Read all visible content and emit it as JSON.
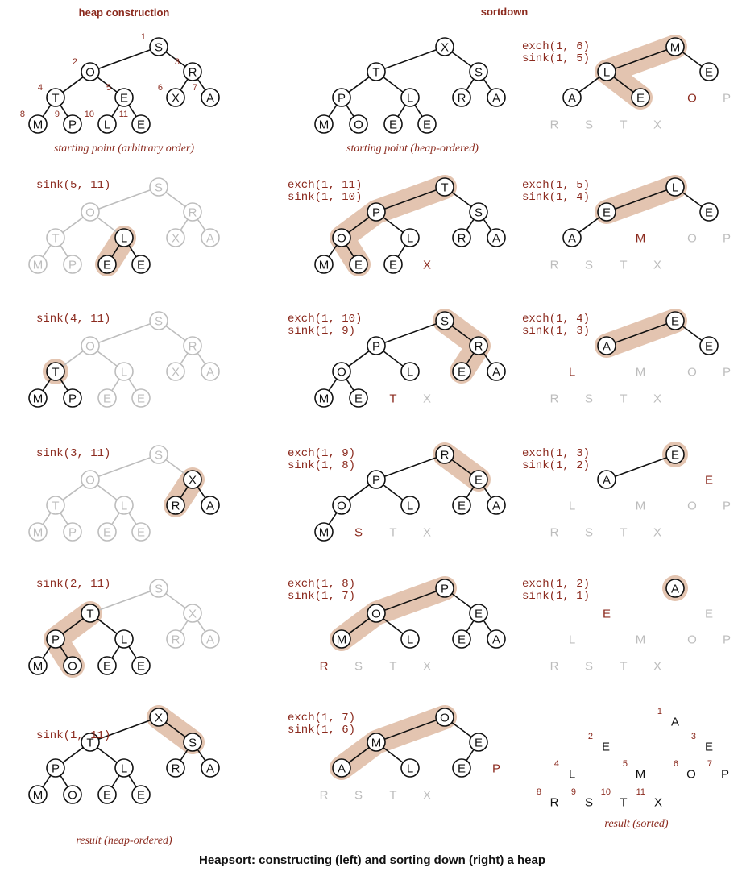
{
  "title_left": "heap construction",
  "title_right": "sortdown",
  "footer": "Heapsort: constructing (left) and sorting down (right) a heap",
  "colors": {
    "dark": "#111111",
    "gray": "#bdbdbd",
    "accent": "#8b2a1e",
    "highlight": "#e3c4b0"
  },
  "panels": [
    {
      "id": "hc-start",
      "labels": [
        "",
        "",
        ""
      ],
      "caption": "starting point (arbitrary order)",
      "indices": true,
      "nodes": [
        {
          "k": 1,
          "c": "S",
          "s": "n"
        },
        {
          "k": 2,
          "c": "O",
          "s": "n"
        },
        {
          "k": 3,
          "c": "R",
          "s": "n"
        },
        {
          "k": 4,
          "c": "T",
          "s": "n"
        },
        {
          "k": 5,
          "c": "E",
          "s": "n"
        },
        {
          "k": 6,
          "c": "X",
          "s": "n"
        },
        {
          "k": 7,
          "c": "A",
          "s": "n"
        },
        {
          "k": 8,
          "c": "M",
          "s": "n"
        },
        {
          "k": 9,
          "c": "P",
          "s": "n"
        },
        {
          "k": 10,
          "c": "L",
          "s": "n"
        },
        {
          "k": 11,
          "c": "E",
          "s": "n"
        }
      ]
    },
    {
      "id": "hc-s5",
      "labels": [
        "sink(5, 11)",
        "",
        ""
      ],
      "caption": "",
      "path": [
        5,
        10
      ],
      "nodes": [
        {
          "k": 1,
          "c": "S",
          "s": "g"
        },
        {
          "k": 2,
          "c": "O",
          "s": "g"
        },
        {
          "k": 3,
          "c": "R",
          "s": "g"
        },
        {
          "k": 4,
          "c": "T",
          "s": "g"
        },
        {
          "k": 5,
          "c": "L",
          "s": "n"
        },
        {
          "k": 6,
          "c": "X",
          "s": "g"
        },
        {
          "k": 7,
          "c": "A",
          "s": "g"
        },
        {
          "k": 8,
          "c": "M",
          "s": "g"
        },
        {
          "k": 9,
          "c": "P",
          "s": "g"
        },
        {
          "k": 10,
          "c": "E",
          "s": "n"
        },
        {
          "k": 11,
          "c": "E",
          "s": "n"
        }
      ]
    },
    {
      "id": "hc-s4",
      "labels": [
        "sink(4, 11)",
        "",
        ""
      ],
      "caption": "",
      "path": [
        4
      ],
      "nodes": [
        {
          "k": 1,
          "c": "S",
          "s": "g"
        },
        {
          "k": 2,
          "c": "O",
          "s": "g"
        },
        {
          "k": 3,
          "c": "R",
          "s": "g"
        },
        {
          "k": 4,
          "c": "T",
          "s": "n"
        },
        {
          "k": 5,
          "c": "L",
          "s": "g"
        },
        {
          "k": 6,
          "c": "X",
          "s": "g"
        },
        {
          "k": 7,
          "c": "A",
          "s": "g"
        },
        {
          "k": 8,
          "c": "M",
          "s": "n"
        },
        {
          "k": 9,
          "c": "P",
          "s": "n"
        },
        {
          "k": 10,
          "c": "E",
          "s": "g"
        },
        {
          "k": 11,
          "c": "E",
          "s": "g"
        }
      ]
    },
    {
      "id": "hc-s3",
      "labels": [
        "sink(3, 11)",
        "",
        ""
      ],
      "caption": "",
      "path": [
        3,
        6
      ],
      "nodes": [
        {
          "k": 1,
          "c": "S",
          "s": "g"
        },
        {
          "k": 2,
          "c": "O",
          "s": "g"
        },
        {
          "k": 3,
          "c": "X",
          "s": "n"
        },
        {
          "k": 4,
          "c": "T",
          "s": "g"
        },
        {
          "k": 5,
          "c": "L",
          "s": "g"
        },
        {
          "k": 6,
          "c": "R",
          "s": "n"
        },
        {
          "k": 7,
          "c": "A",
          "s": "n"
        },
        {
          "k": 8,
          "c": "M",
          "s": "g"
        },
        {
          "k": 9,
          "c": "P",
          "s": "g"
        },
        {
          "k": 10,
          "c": "E",
          "s": "g"
        },
        {
          "k": 11,
          "c": "E",
          "s": "g"
        }
      ]
    },
    {
      "id": "hc-s2",
      "labels": [
        "sink(2, 11)",
        "",
        ""
      ],
      "caption": "",
      "path": [
        2,
        4,
        9
      ],
      "nodes": [
        {
          "k": 1,
          "c": "S",
          "s": "g"
        },
        {
          "k": 2,
          "c": "T",
          "s": "n"
        },
        {
          "k": 3,
          "c": "X",
          "s": "g"
        },
        {
          "k": 4,
          "c": "P",
          "s": "n"
        },
        {
          "k": 5,
          "c": "L",
          "s": "n"
        },
        {
          "k": 6,
          "c": "R",
          "s": "g"
        },
        {
          "k": 7,
          "c": "A",
          "s": "g"
        },
        {
          "k": 8,
          "c": "M",
          "s": "n"
        },
        {
          "k": 9,
          "c": "O",
          "s": "n"
        },
        {
          "k": 10,
          "c": "E",
          "s": "n"
        },
        {
          "k": 11,
          "c": "E",
          "s": "n"
        }
      ]
    },
    {
      "id": "hc-s1",
      "labels": [
        "sink(1, 11)",
        "",
        ""
      ],
      "caption": "result (heap-ordered)",
      "path": [
        1,
        3
      ],
      "nodes": [
        {
          "k": 1,
          "c": "X",
          "s": "n"
        },
        {
          "k": 2,
          "c": "T",
          "s": "n"
        },
        {
          "k": 3,
          "c": "S",
          "s": "n"
        },
        {
          "k": 4,
          "c": "P",
          "s": "n"
        },
        {
          "k": 5,
          "c": "L",
          "s": "n"
        },
        {
          "k": 6,
          "c": "R",
          "s": "n"
        },
        {
          "k": 7,
          "c": "A",
          "s": "n"
        },
        {
          "k": 8,
          "c": "M",
          "s": "n"
        },
        {
          "k": 9,
          "c": "O",
          "s": "n"
        },
        {
          "k": 10,
          "c": "E",
          "s": "n"
        },
        {
          "k": 11,
          "c": "E",
          "s": "n"
        }
      ]
    },
    {
      "id": "sd-start",
      "labels": [
        "",
        "",
        ""
      ],
      "caption": "starting point (heap-ordered)",
      "nodes": [
        {
          "k": 1,
          "c": "X",
          "s": "n"
        },
        {
          "k": 2,
          "c": "T",
          "s": "n"
        },
        {
          "k": 3,
          "c": "S",
          "s": "n"
        },
        {
          "k": 4,
          "c": "P",
          "s": "n"
        },
        {
          "k": 5,
          "c": "L",
          "s": "n"
        },
        {
          "k": 6,
          "c": "R",
          "s": "n"
        },
        {
          "k": 7,
          "c": "A",
          "s": "n"
        },
        {
          "k": 8,
          "c": "M",
          "s": "n"
        },
        {
          "k": 9,
          "c": "O",
          "s": "n"
        },
        {
          "k": 10,
          "c": "E",
          "s": "n"
        },
        {
          "k": 11,
          "c": "E",
          "s": "n"
        }
      ]
    },
    {
      "id": "sd-11",
      "labels": [
        "exch(1, 11)",
        "sink(1, 10)",
        ""
      ],
      "caption": "",
      "path": [
        1,
        2,
        4,
        9
      ],
      "nodes": [
        {
          "k": 1,
          "c": "T",
          "s": "n"
        },
        {
          "k": 2,
          "c": "P",
          "s": "n"
        },
        {
          "k": 3,
          "c": "S",
          "s": "n"
        },
        {
          "k": 4,
          "c": "O",
          "s": "n"
        },
        {
          "k": 5,
          "c": "L",
          "s": "n"
        },
        {
          "k": 6,
          "c": "R",
          "s": "n"
        },
        {
          "k": 7,
          "c": "A",
          "s": "n"
        },
        {
          "k": 8,
          "c": "M",
          "s": "n"
        },
        {
          "k": 9,
          "c": "E",
          "s": "n"
        },
        {
          "k": 10,
          "c": "E",
          "s": "n"
        },
        {
          "k": 11,
          "c": "X",
          "s": "r"
        }
      ]
    },
    {
      "id": "sd-10",
      "labels": [
        "exch(1, 10)",
        "sink(1, 9)",
        ""
      ],
      "caption": "",
      "path": [
        1,
        3,
        6
      ],
      "nodes": [
        {
          "k": 1,
          "c": "S",
          "s": "n"
        },
        {
          "k": 2,
          "c": "P",
          "s": "n"
        },
        {
          "k": 3,
          "c": "R",
          "s": "n"
        },
        {
          "k": 4,
          "c": "O",
          "s": "n"
        },
        {
          "k": 5,
          "c": "L",
          "s": "n"
        },
        {
          "k": 6,
          "c": "E",
          "s": "n"
        },
        {
          "k": 7,
          "c": "A",
          "s": "n"
        },
        {
          "k": 8,
          "c": "M",
          "s": "n"
        },
        {
          "k": 9,
          "c": "E",
          "s": "n"
        },
        {
          "k": 10,
          "c": "T",
          "s": "r"
        },
        {
          "k": 11,
          "c": "X",
          "s": "s"
        }
      ]
    },
    {
      "id": "sd-9",
      "labels": [
        "exch(1, 9)",
        "sink(1, 8)",
        ""
      ],
      "caption": "",
      "path": [
        1,
        3
      ],
      "nodes": [
        {
          "k": 1,
          "c": "R",
          "s": "n"
        },
        {
          "k": 2,
          "c": "P",
          "s": "n"
        },
        {
          "k": 3,
          "c": "E",
          "s": "n"
        },
        {
          "k": 4,
          "c": "O",
          "s": "n"
        },
        {
          "k": 5,
          "c": "L",
          "s": "n"
        },
        {
          "k": 6,
          "c": "E",
          "s": "n"
        },
        {
          "k": 7,
          "c": "A",
          "s": "n"
        },
        {
          "k": 8,
          "c": "M",
          "s": "n"
        },
        {
          "k": 9,
          "c": "S",
          "s": "r"
        },
        {
          "k": 10,
          "c": "T",
          "s": "s"
        },
        {
          "k": 11,
          "c": "X",
          "s": "s"
        }
      ]
    },
    {
      "id": "sd-8",
      "labels": [
        "exch(1, 8)",
        "sink(1, 7)",
        ""
      ],
      "caption": "",
      "path": [
        1,
        2,
        4
      ],
      "nodes": [
        {
          "k": 1,
          "c": "P",
          "s": "n"
        },
        {
          "k": 2,
          "c": "O",
          "s": "n"
        },
        {
          "k": 3,
          "c": "E",
          "s": "n"
        },
        {
          "k": 4,
          "c": "M",
          "s": "n"
        },
        {
          "k": 5,
          "c": "L",
          "s": "n"
        },
        {
          "k": 6,
          "c": "E",
          "s": "n"
        },
        {
          "k": 7,
          "c": "A",
          "s": "n"
        },
        {
          "k": 8,
          "c": "R",
          "s": "r"
        },
        {
          "k": 9,
          "c": "S",
          "s": "s"
        },
        {
          "k": 10,
          "c": "T",
          "s": "s"
        },
        {
          "k": 11,
          "c": "X",
          "s": "s"
        }
      ]
    },
    {
      "id": "sd-7",
      "labels": [
        "exch(1, 7)",
        "sink(1, 6)",
        ""
      ],
      "caption": "",
      "path": [
        1,
        2,
        4
      ],
      "nodes": [
        {
          "k": 1,
          "c": "O",
          "s": "n"
        },
        {
          "k": 2,
          "c": "M",
          "s": "n"
        },
        {
          "k": 3,
          "c": "E",
          "s": "n"
        },
        {
          "k": 4,
          "c": "A",
          "s": "n"
        },
        {
          "k": 5,
          "c": "L",
          "s": "n"
        },
        {
          "k": 6,
          "c": "E",
          "s": "n"
        },
        {
          "k": 7,
          "c": "P",
          "s": "r"
        },
        {
          "k": 8,
          "c": "R",
          "s": "s"
        },
        {
          "k": 9,
          "c": "S",
          "s": "s"
        },
        {
          "k": 10,
          "c": "T",
          "s": "s"
        },
        {
          "k": 11,
          "c": "X",
          "s": "s"
        }
      ]
    },
    {
      "id": "sd-6",
      "labels": [
        "exch(1, 6)",
        "sink(1, 5)",
        ""
      ],
      "caption": "",
      "path": [
        1,
        2,
        5
      ],
      "nodes": [
        {
          "k": 1,
          "c": "M",
          "s": "n"
        },
        {
          "k": 2,
          "c": "L",
          "s": "n"
        },
        {
          "k": 3,
          "c": "E",
          "s": "n"
        },
        {
          "k": 4,
          "c": "A",
          "s": "n"
        },
        {
          "k": 5,
          "c": "E",
          "s": "n"
        },
        {
          "k": 6,
          "c": "O",
          "s": "r"
        },
        {
          "k": 7,
          "c": "P",
          "s": "s"
        },
        {
          "k": 8,
          "c": "R",
          "s": "s"
        },
        {
          "k": 9,
          "c": "S",
          "s": "s"
        },
        {
          "k": 10,
          "c": "T",
          "s": "s"
        },
        {
          "k": 11,
          "c": "X",
          "s": "s"
        }
      ]
    },
    {
      "id": "sd-5",
      "labels": [
        "exch(1, 5)",
        "sink(1, 4)",
        ""
      ],
      "caption": "",
      "path": [
        1,
        2
      ],
      "nodes": [
        {
          "k": 1,
          "c": "L",
          "s": "n"
        },
        {
          "k": 2,
          "c": "E",
          "s": "n"
        },
        {
          "k": 3,
          "c": "E",
          "s": "n"
        },
        {
          "k": 4,
          "c": "A",
          "s": "n"
        },
        {
          "k": 5,
          "c": "M",
          "s": "r"
        },
        {
          "k": 6,
          "c": "O",
          "s": "s"
        },
        {
          "k": 7,
          "c": "P",
          "s": "s"
        },
        {
          "k": 8,
          "c": "R",
          "s": "s"
        },
        {
          "k": 9,
          "c": "S",
          "s": "s"
        },
        {
          "k": 10,
          "c": "T",
          "s": "s"
        },
        {
          "k": 11,
          "c": "X",
          "s": "s"
        }
      ]
    },
    {
      "id": "sd-4",
      "labels": [
        "exch(1, 4)",
        "sink(1, 3)",
        ""
      ],
      "caption": "",
      "path": [
        1,
        2
      ],
      "nodes": [
        {
          "k": 1,
          "c": "E",
          "s": "n"
        },
        {
          "k": 2,
          "c": "A",
          "s": "n"
        },
        {
          "k": 3,
          "c": "E",
          "s": "n"
        },
        {
          "k": 4,
          "c": "L",
          "s": "r"
        },
        {
          "k": 5,
          "c": "M",
          "s": "s"
        },
        {
          "k": 6,
          "c": "O",
          "s": "s"
        },
        {
          "k": 7,
          "c": "P",
          "s": "s"
        },
        {
          "k": 8,
          "c": "R",
          "s": "s"
        },
        {
          "k": 9,
          "c": "S",
          "s": "s"
        },
        {
          "k": 10,
          "c": "T",
          "s": "s"
        },
        {
          "k": 11,
          "c": "X",
          "s": "s"
        }
      ]
    },
    {
      "id": "sd-3",
      "labels": [
        "exch(1, 3)",
        "sink(1, 2)",
        ""
      ],
      "caption": "",
      "path": [
        1
      ],
      "nodes": [
        {
          "k": 1,
          "c": "E",
          "s": "n"
        },
        {
          "k": 2,
          "c": "A",
          "s": "n"
        },
        {
          "k": 3,
          "c": "E",
          "s": "r"
        },
        {
          "k": 4,
          "c": "L",
          "s": "s"
        },
        {
          "k": 5,
          "c": "M",
          "s": "s"
        },
        {
          "k": 6,
          "c": "O",
          "s": "s"
        },
        {
          "k": 7,
          "c": "P",
          "s": "s"
        },
        {
          "k": 8,
          "c": "R",
          "s": "s"
        },
        {
          "k": 9,
          "c": "S",
          "s": "s"
        },
        {
          "k": 10,
          "c": "T",
          "s": "s"
        },
        {
          "k": 11,
          "c": "X",
          "s": "s"
        }
      ]
    },
    {
      "id": "sd-2",
      "labels": [
        "exch(1, 2)",
        "sink(1, 1)",
        ""
      ],
      "caption": "",
      "path": [
        1
      ],
      "nodes": [
        {
          "k": 1,
          "c": "A",
          "s": "n"
        },
        {
          "k": 2,
          "c": "E",
          "s": "r"
        },
        {
          "k": 3,
          "c": "E",
          "s": "s"
        },
        {
          "k": 4,
          "c": "L",
          "s": "s"
        },
        {
          "k": 5,
          "c": "M",
          "s": "s"
        },
        {
          "k": 6,
          "c": "O",
          "s": "s"
        },
        {
          "k": 7,
          "c": "P",
          "s": "s"
        },
        {
          "k": 8,
          "c": "R",
          "s": "s"
        },
        {
          "k": 9,
          "c": "S",
          "s": "s"
        },
        {
          "k": 10,
          "c": "T",
          "s": "s"
        },
        {
          "k": 11,
          "c": "X",
          "s": "s"
        }
      ]
    },
    {
      "id": "sd-result",
      "labels": [
        "",
        "",
        ""
      ],
      "caption": "result (sorted)",
      "indices": true,
      "nodes": [
        {
          "k": 1,
          "c": "A",
          "s": "p"
        },
        {
          "k": 2,
          "c": "E",
          "s": "p"
        },
        {
          "k": 3,
          "c": "E",
          "s": "p"
        },
        {
          "k": 4,
          "c": "L",
          "s": "p"
        },
        {
          "k": 5,
          "c": "M",
          "s": "p"
        },
        {
          "k": 6,
          "c": "O",
          "s": "p"
        },
        {
          "k": 7,
          "c": "P",
          "s": "p"
        },
        {
          "k": 8,
          "c": "R",
          "s": "p"
        },
        {
          "k": 9,
          "c": "S",
          "s": "p"
        },
        {
          "k": 10,
          "c": "T",
          "s": "p"
        },
        {
          "k": 11,
          "c": "X",
          "s": "p"
        }
      ]
    }
  ]
}
